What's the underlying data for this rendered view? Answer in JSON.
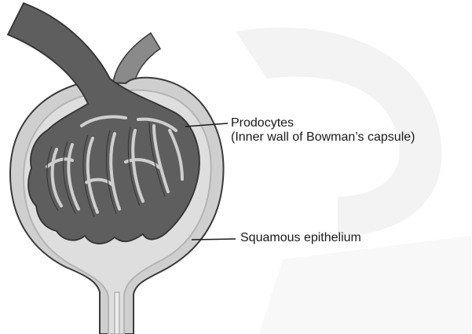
{
  "diagram": {
    "labels": {
      "prodocytes": "Prodocytes",
      "inner_wall": "(Inner wall of Bowman’s capsule)",
      "squamous": "Squamous epithelium"
    },
    "colors": {
      "glomerulus": "#5e5e5e",
      "capsule_fill": "#cfcfcf",
      "capsule_wall": "#b4b4b4",
      "outline": "#3a3a3a",
      "vessel_light": "#8a8a8a"
    }
  }
}
